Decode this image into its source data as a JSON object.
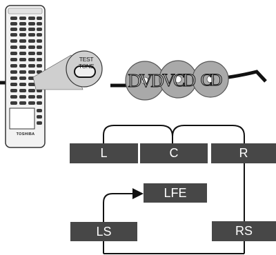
{
  "remote": {
    "callout_label": "TEST TONE",
    "brand": "TOSHIBA"
  },
  "discs": [
    {
      "label": "DVD",
      "icon": "dvd-disc-icon"
    },
    {
      "label": "VCD",
      "icon": "vcd-disc-icon"
    },
    {
      "label": "CD",
      "icon": "cd-disc-icon"
    }
  ],
  "speakers": {
    "L": "L",
    "C": "C",
    "R": "R",
    "LFE": "LFE",
    "LS": "LS",
    "RS": "RS"
  },
  "colors": {
    "box_fill": "#474747",
    "disc_fill": "#a9a9a9",
    "line": "#111111"
  }
}
